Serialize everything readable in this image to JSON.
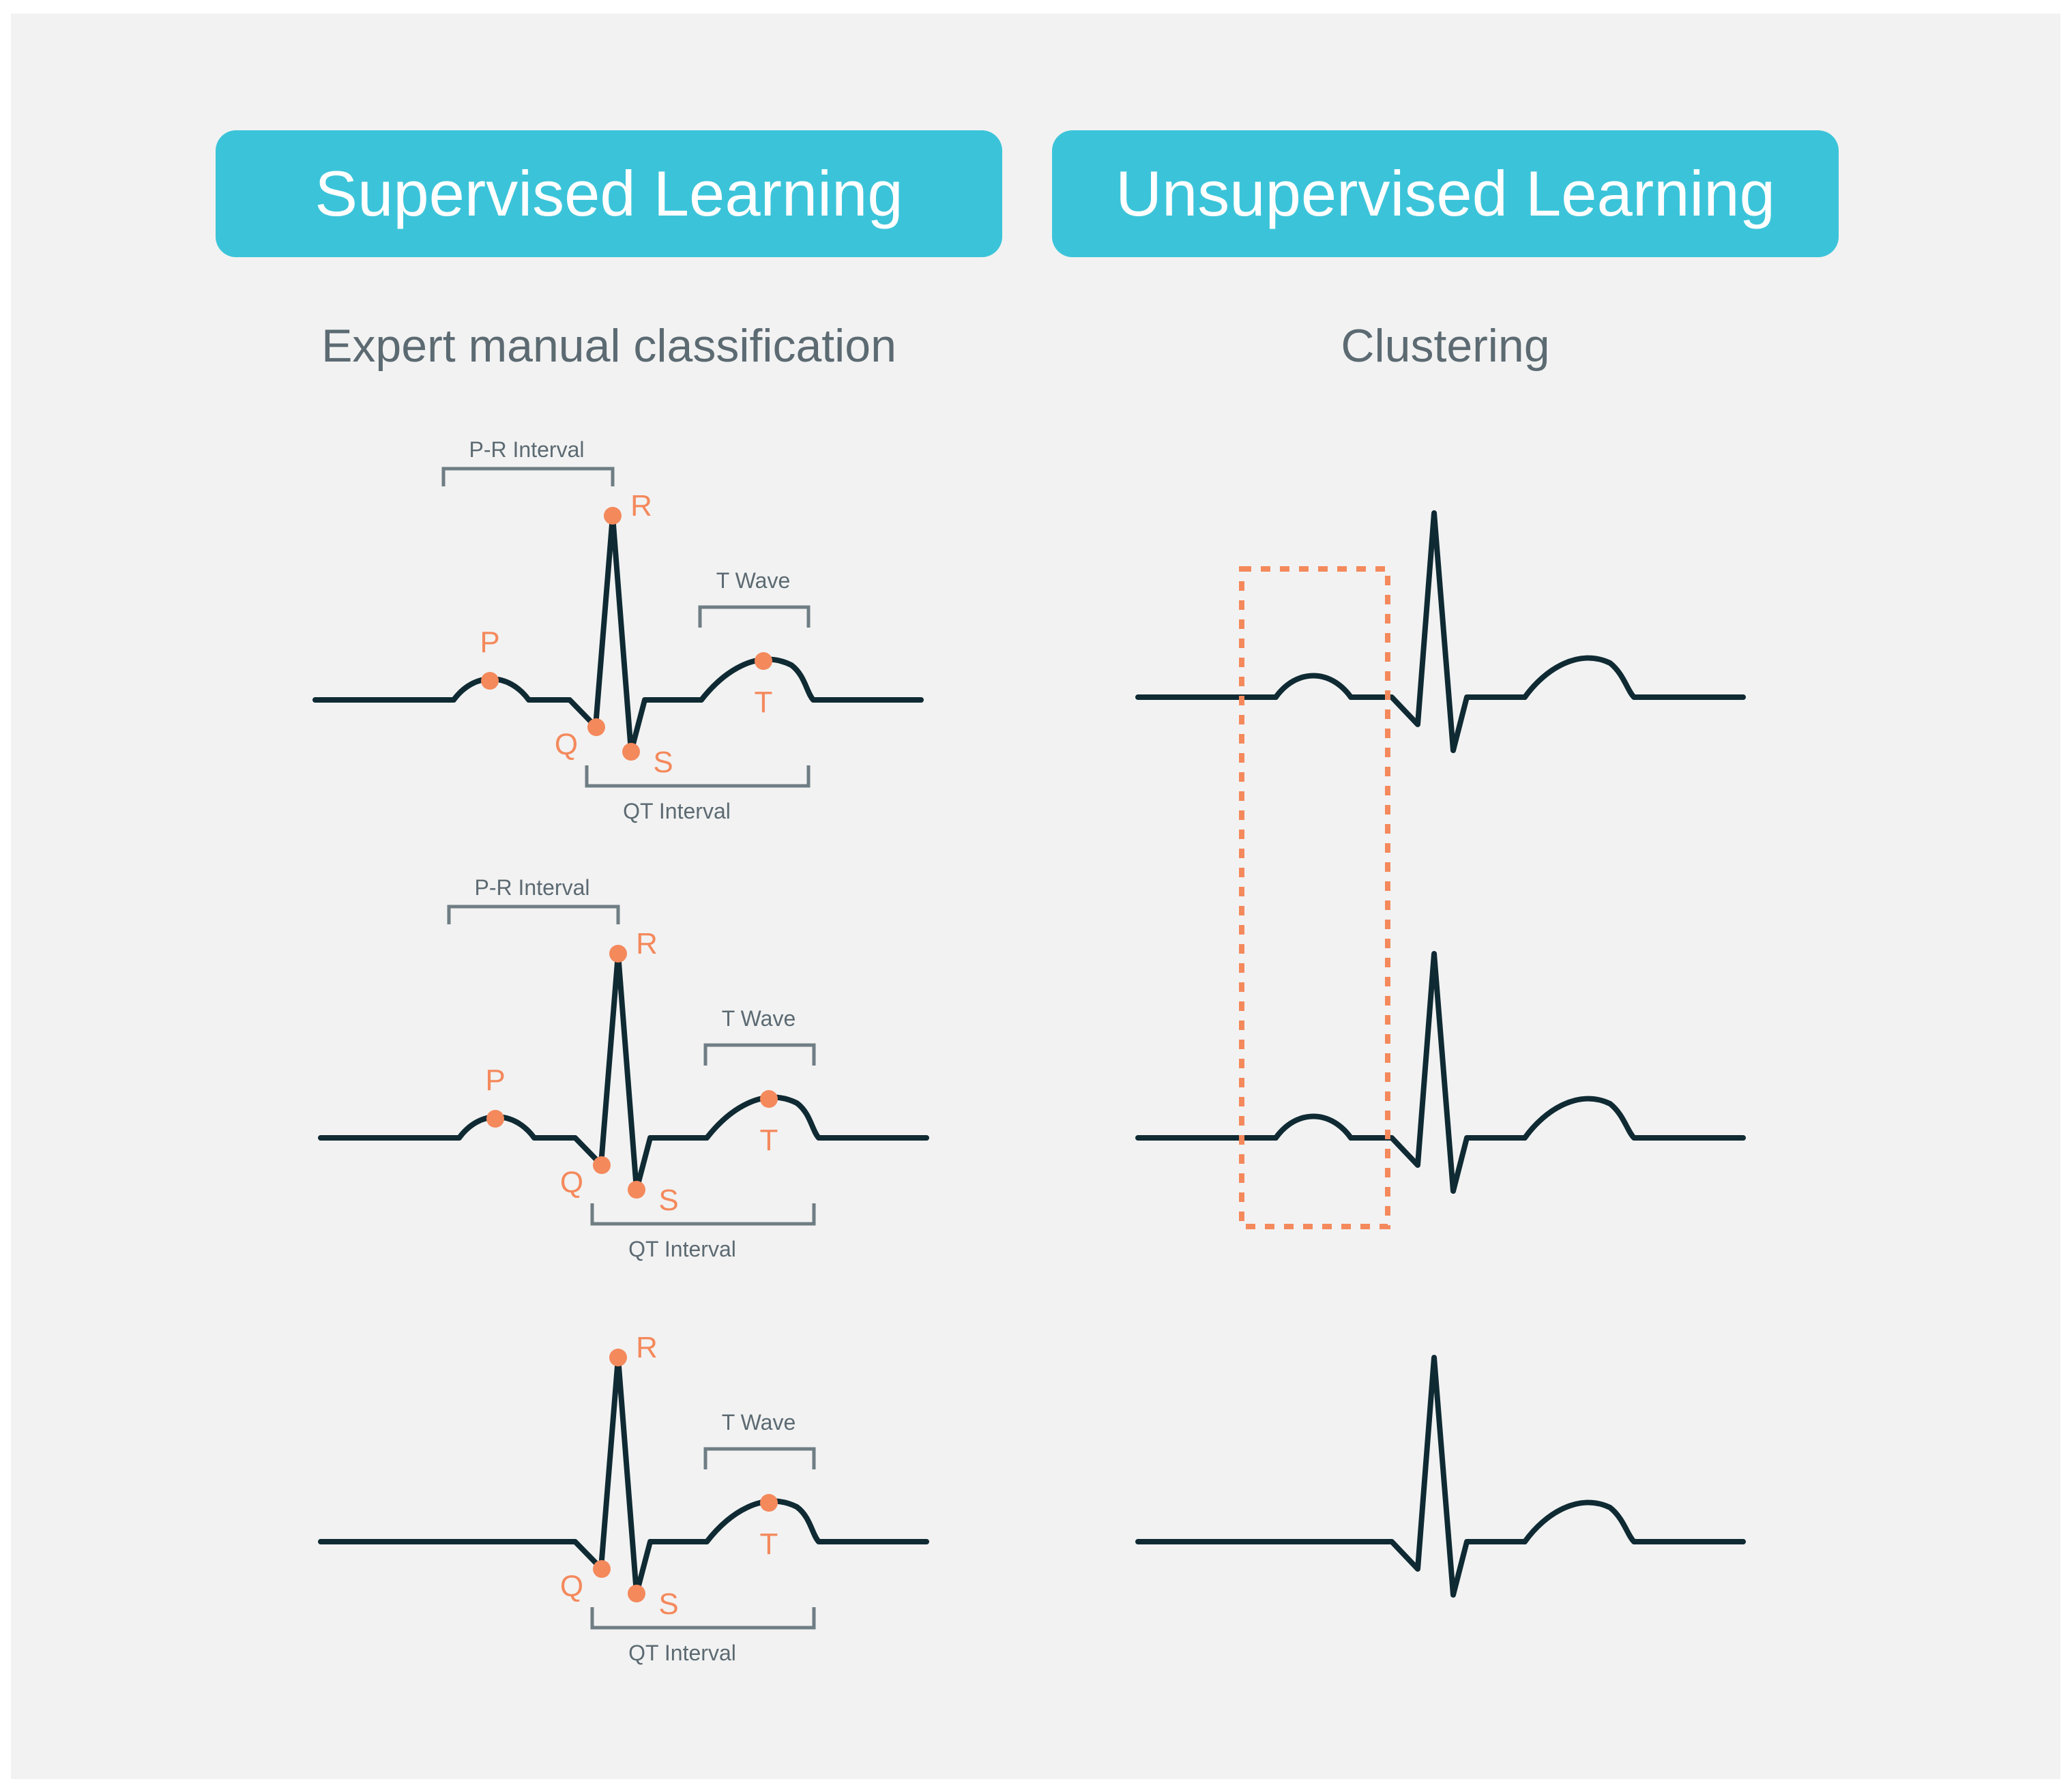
{
  "supervised": {
    "title": "Supervised Learning",
    "subtitle": "Expert manual classification",
    "beats": [
      {
        "points": [
          "P",
          "R",
          "Q",
          "S",
          "T"
        ],
        "brackets": {
          "pr": "P-R Interval",
          "t_wave": "T Wave",
          "qt": "QT Interval"
        }
      },
      {
        "points": [
          "P",
          "R",
          "Q",
          "S",
          "T"
        ],
        "brackets": {
          "pr": "P-R Interval",
          "t_wave": "T Wave",
          "qt": "QT Interval"
        }
      },
      {
        "points": [
          "R",
          "Q",
          "S",
          "T"
        ],
        "brackets": {
          "t_wave": "T Wave",
          "qt": "QT Interval"
        }
      }
    ]
  },
  "unsupervised": {
    "title": "Unsupervised Learning",
    "subtitle": "Clustering",
    "beats_count": 3
  },
  "colors": {
    "header_bg": "#3bc4d9",
    "accent": "#f4895c",
    "waveform": "#0f2a33",
    "text": "#5c6a72",
    "background": "#f2f2f2"
  }
}
